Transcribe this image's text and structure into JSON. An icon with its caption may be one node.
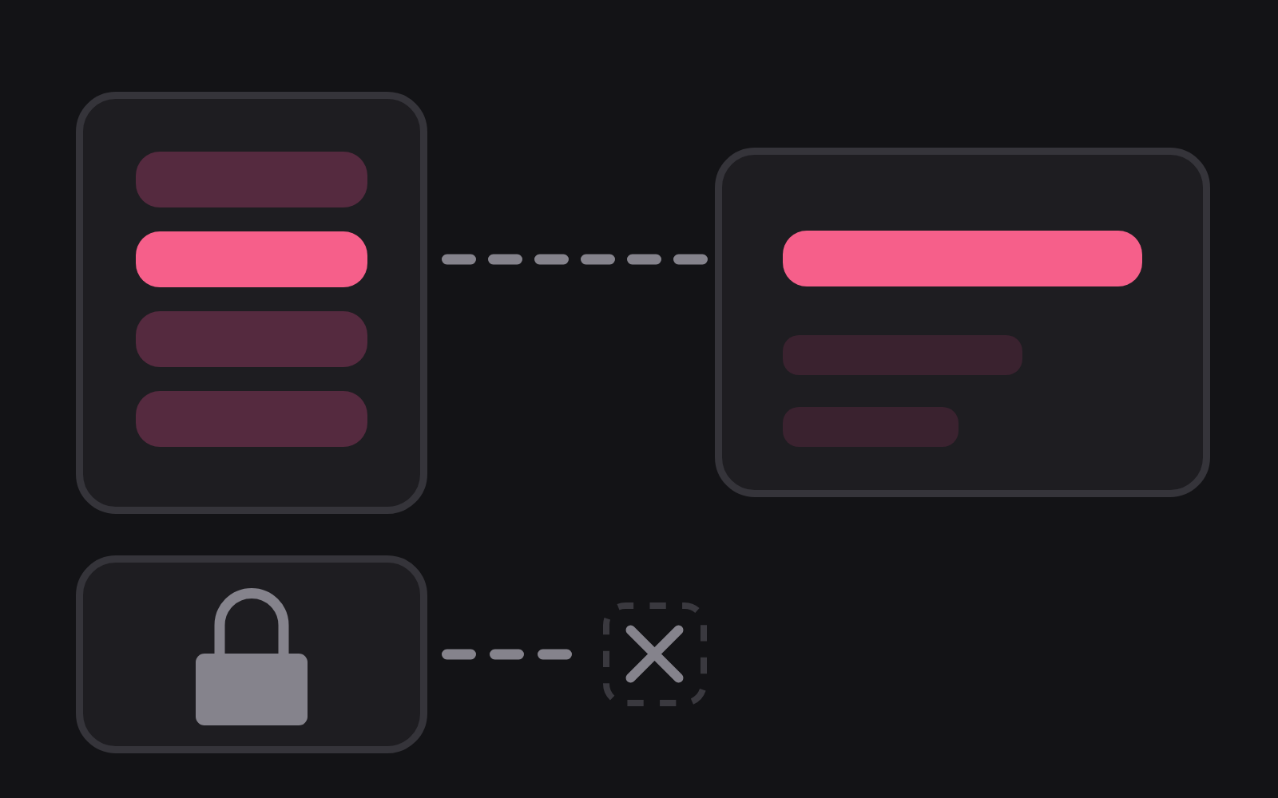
{
  "diagram": {
    "nodes": [
      {
        "text": [],
        "shape": "box"
      },
      {
        "text": [],
        "shape": "box"
      },
      {
        "text": [],
        "shape": "box"
      },
      {
        "text": [],
        "shape": "box"
      }
    ],
    "edges": [
      {
        "from": 0,
        "to": 1,
        "arrow": "none",
        "style": "dashed"
      },
      {
        "from": 2,
        "to": 3,
        "arrow": "none",
        "style": "dashed"
      }
    ]
  }
}
